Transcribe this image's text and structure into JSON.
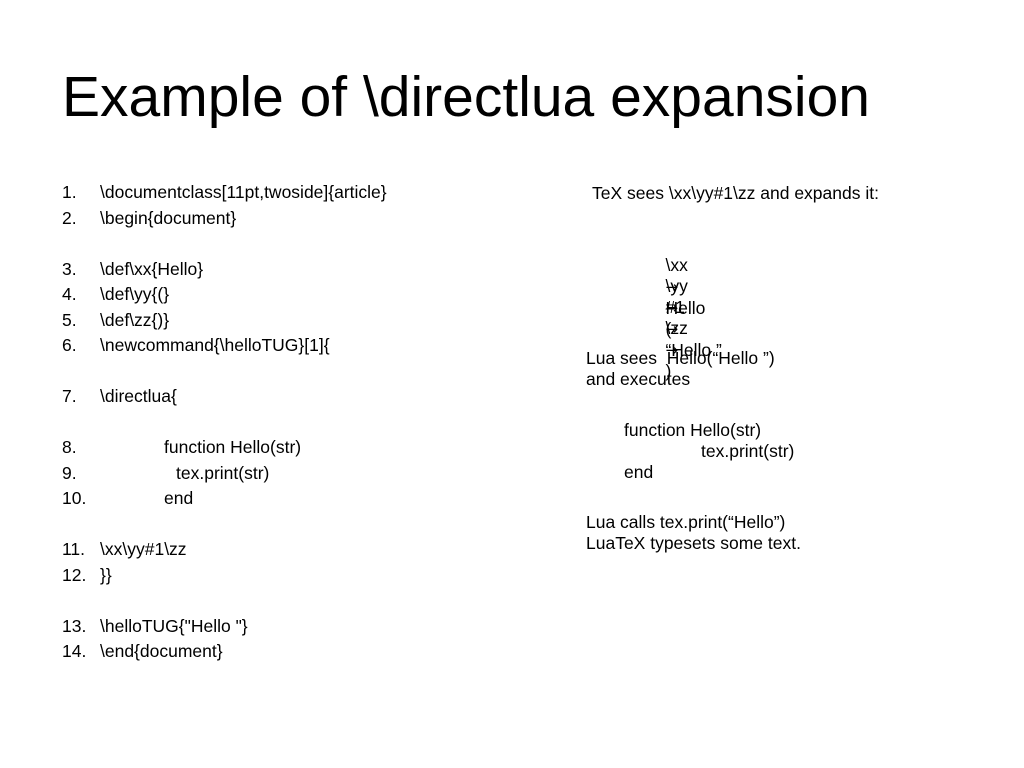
{
  "slide": {
    "title": "Example of \\directlua expansion"
  },
  "code_lines": [
    {
      "num": "1.",
      "text": "\\documentclass[11pt,twoside]{article}"
    },
    {
      "num": "2.",
      "text": "\\begin{document}"
    },
    {
      "num": "3.",
      "text": "\\def\\xx{Hello}"
    },
    {
      "num": "4.",
      "text": "\\def\\yy{(}"
    },
    {
      "num": "5.",
      "text": "\\def\\zz{)}"
    },
    {
      "num": "6.",
      "text": "\\newcommand{\\helloTUG}[1]{"
    },
    {
      "num": "7.",
      "text": "\\directlua{"
    },
    {
      "num": "8.",
      "text": "function Hello(str)"
    },
    {
      "num": "9.",
      "text": "tex.print(str)"
    },
    {
      "num": "10.",
      "text": "end"
    },
    {
      "num": "11.",
      "text": "\\xx\\yy#1\\zz"
    },
    {
      "num": "12.",
      "text": "}}"
    },
    {
      "num": "13.",
      "text": "\\helloTUG{\"Hello \"}"
    },
    {
      "num": "14.",
      "text": "\\end{document}"
    }
  ],
  "explanation": {
    "tex_sees": "TeX sees \\xx\\yy#1\\zz and expands it:",
    "expansions": [
      {
        "from": "\\xx",
        "to": "Hello"
      },
      {
        "from": "\\yy",
        "to": "("
      },
      {
        "from": "#1",
        "to": "“Hello ”"
      },
      {
        "from": "\\zz",
        "to": ")"
      }
    ],
    "arrow_glyph": "→",
    "lua_sees_1": "Lua sees  Hello(“Hello ”)",
    "lua_sees_2": "and executes",
    "fn_line_1": "function Hello(str)",
    "fn_line_2": "tex.print(str)",
    "fn_line_3": "end",
    "lua_calls": "Lua calls tex.print(“Hello”)",
    "luatex_typesets": "LuaTeX typesets some text."
  }
}
